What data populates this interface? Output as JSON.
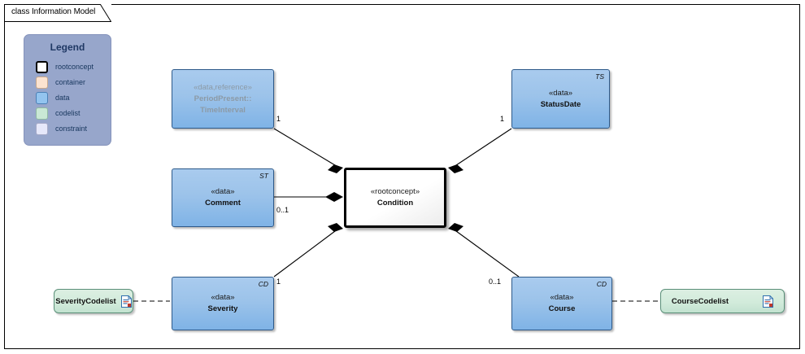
{
  "frame": {
    "tab_label": "class Information Model"
  },
  "legend": {
    "title": "Legend",
    "items": [
      {
        "label": "rootconcept",
        "color": "#ffffff",
        "border": "#000000",
        "icon": "swatch-rootconcept"
      },
      {
        "label": "container",
        "color": "#fbe3d0",
        "border": "#c8a98d",
        "icon": "swatch-container"
      },
      {
        "label": "data",
        "color": "#93c4ef",
        "border": "#4a7fb5",
        "icon": "swatch-data"
      },
      {
        "label": "codelist",
        "color": "#c9e8d5",
        "border": "#8fb9a2",
        "icon": "swatch-codelist"
      },
      {
        "label": "constraint",
        "color": "#e6e8fa",
        "border": "#a8abc8",
        "icon": "swatch-constraint"
      }
    ]
  },
  "classes": {
    "time_interval": {
      "stereotype": "«data,reference»",
      "name_line1": "PeriodPresent::",
      "name_line2": "TimeInterval",
      "corner_tag": ""
    },
    "status_date": {
      "stereotype": "«data»",
      "name": "StatusDate",
      "corner_tag": "TS"
    },
    "comment": {
      "stereotype": "«data»",
      "name": "Comment",
      "corner_tag": "ST"
    },
    "condition": {
      "stereotype": "«rootconcept»",
      "name": "Condition",
      "corner_tag": ""
    },
    "severity": {
      "stereotype": "«data»",
      "name": "Severity",
      "corner_tag": "CD"
    },
    "course": {
      "stereotype": "«data»",
      "name": "Course",
      "corner_tag": "CD"
    },
    "severity_codelist": {
      "name": "SeverityCodelist"
    },
    "course_codelist": {
      "name": "CourseCodelist"
    }
  },
  "connectors": {
    "time_interval_mult": "1",
    "status_date_mult": "1",
    "comment_mult": "0..1",
    "severity_mult": "1",
    "course_mult": "0..1"
  },
  "colors": {
    "legend_bg": "#97a6cb",
    "legend_title": "#1f3864",
    "data_fill": "#93c4ef",
    "codelist_fill": "#c9e8d5",
    "rootconcept_fill": "#ffffff",
    "line": "#000000"
  }
}
